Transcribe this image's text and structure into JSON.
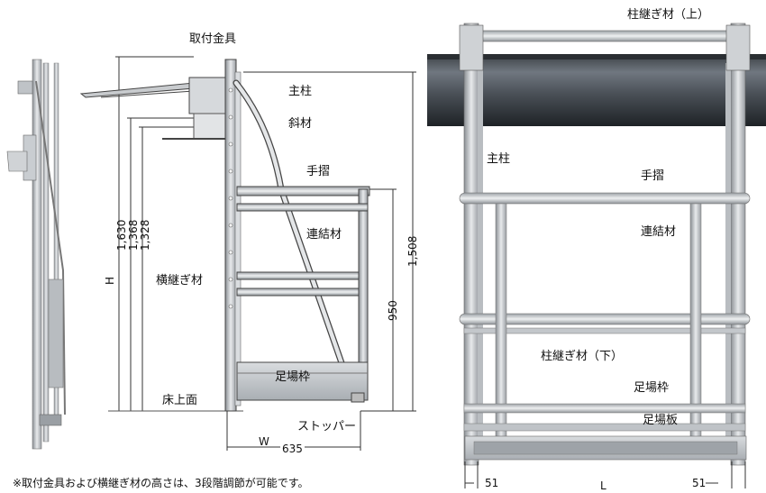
{
  "labels": {
    "mount_fitting": "取付金具",
    "main_post_left": "主柱",
    "brace": "斜材",
    "handrail_left": "手摺",
    "connector_left": "連結材",
    "horizontal_joint": "横継ぎ材",
    "scaffold_frame_left": "足場枠",
    "floor_surface": "床上面",
    "stopper": "ストッパー",
    "post_joint_upper": "柱継ぎ材（上）",
    "main_post_right": "主柱",
    "handrail_right": "手摺",
    "connector_right": "連結材",
    "horizontal_joint_lower": "柱継ぎ材（下）",
    "scaffold_frame_right": "足場枠",
    "scaffold_board": "足場板"
  },
  "dimensions": {
    "h1630": "1,630",
    "h1368": "1,368",
    "h1328": "1,328",
    "h_symbol": "H",
    "h1508": "1,508",
    "h950": "950",
    "w_symbol": "W",
    "w635": "635",
    "l_left": "51",
    "l_symbol": "L",
    "l_right": "51"
  },
  "footnote": "※取付金具および横継ぎ材の高さは、3段階調節が可能です。"
}
